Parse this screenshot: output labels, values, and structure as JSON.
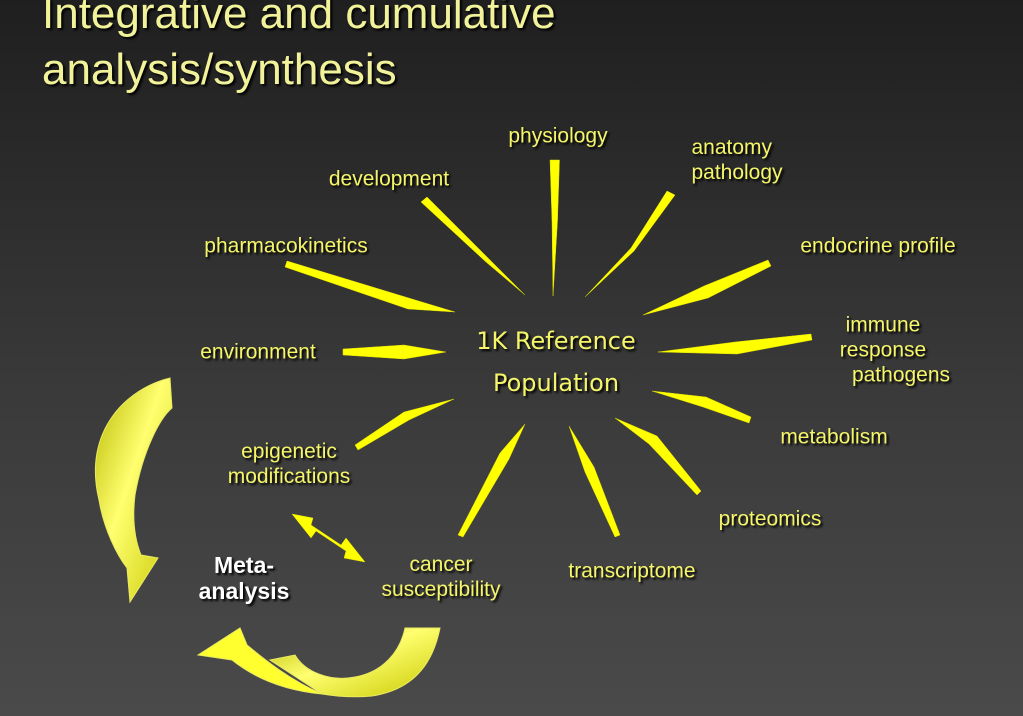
{
  "title": {
    "line1": "Integrative and cumulative",
    "line2": "analysis/synthesis"
  },
  "center": {
    "line1": "1K Reference",
    "line2": "Population"
  },
  "labels": {
    "physiology": "physiology",
    "anatomy_pathology": {
      "line1": "anatomy",
      "line2": "pathology"
    },
    "development": "development",
    "endocrine_profile": "endocrine profile",
    "pharmacokinetics": "pharmacokinetics",
    "immune_response_pathogens": {
      "line1": "immune",
      "line2": "response",
      "line3": "pathogens"
    },
    "environment": "environment",
    "metabolism": "metabolism",
    "epigenetic_modifications": {
      "line1": "epigenetic",
      "line2": "modifications"
    },
    "proteomics": "proteomics",
    "cancer_susceptibility": {
      "line1": "cancer",
      "line2": "susceptibility"
    },
    "transcriptome": "transcriptome"
  },
  "meta_analysis": {
    "line1": "Meta-",
    "line2": "analysis"
  },
  "colors": {
    "title": "#f2f29a",
    "labels": "#f5f56a",
    "arrows": "#ffff00",
    "curved_arrows": "#d4d400",
    "meta_analysis": "#ffffff"
  }
}
